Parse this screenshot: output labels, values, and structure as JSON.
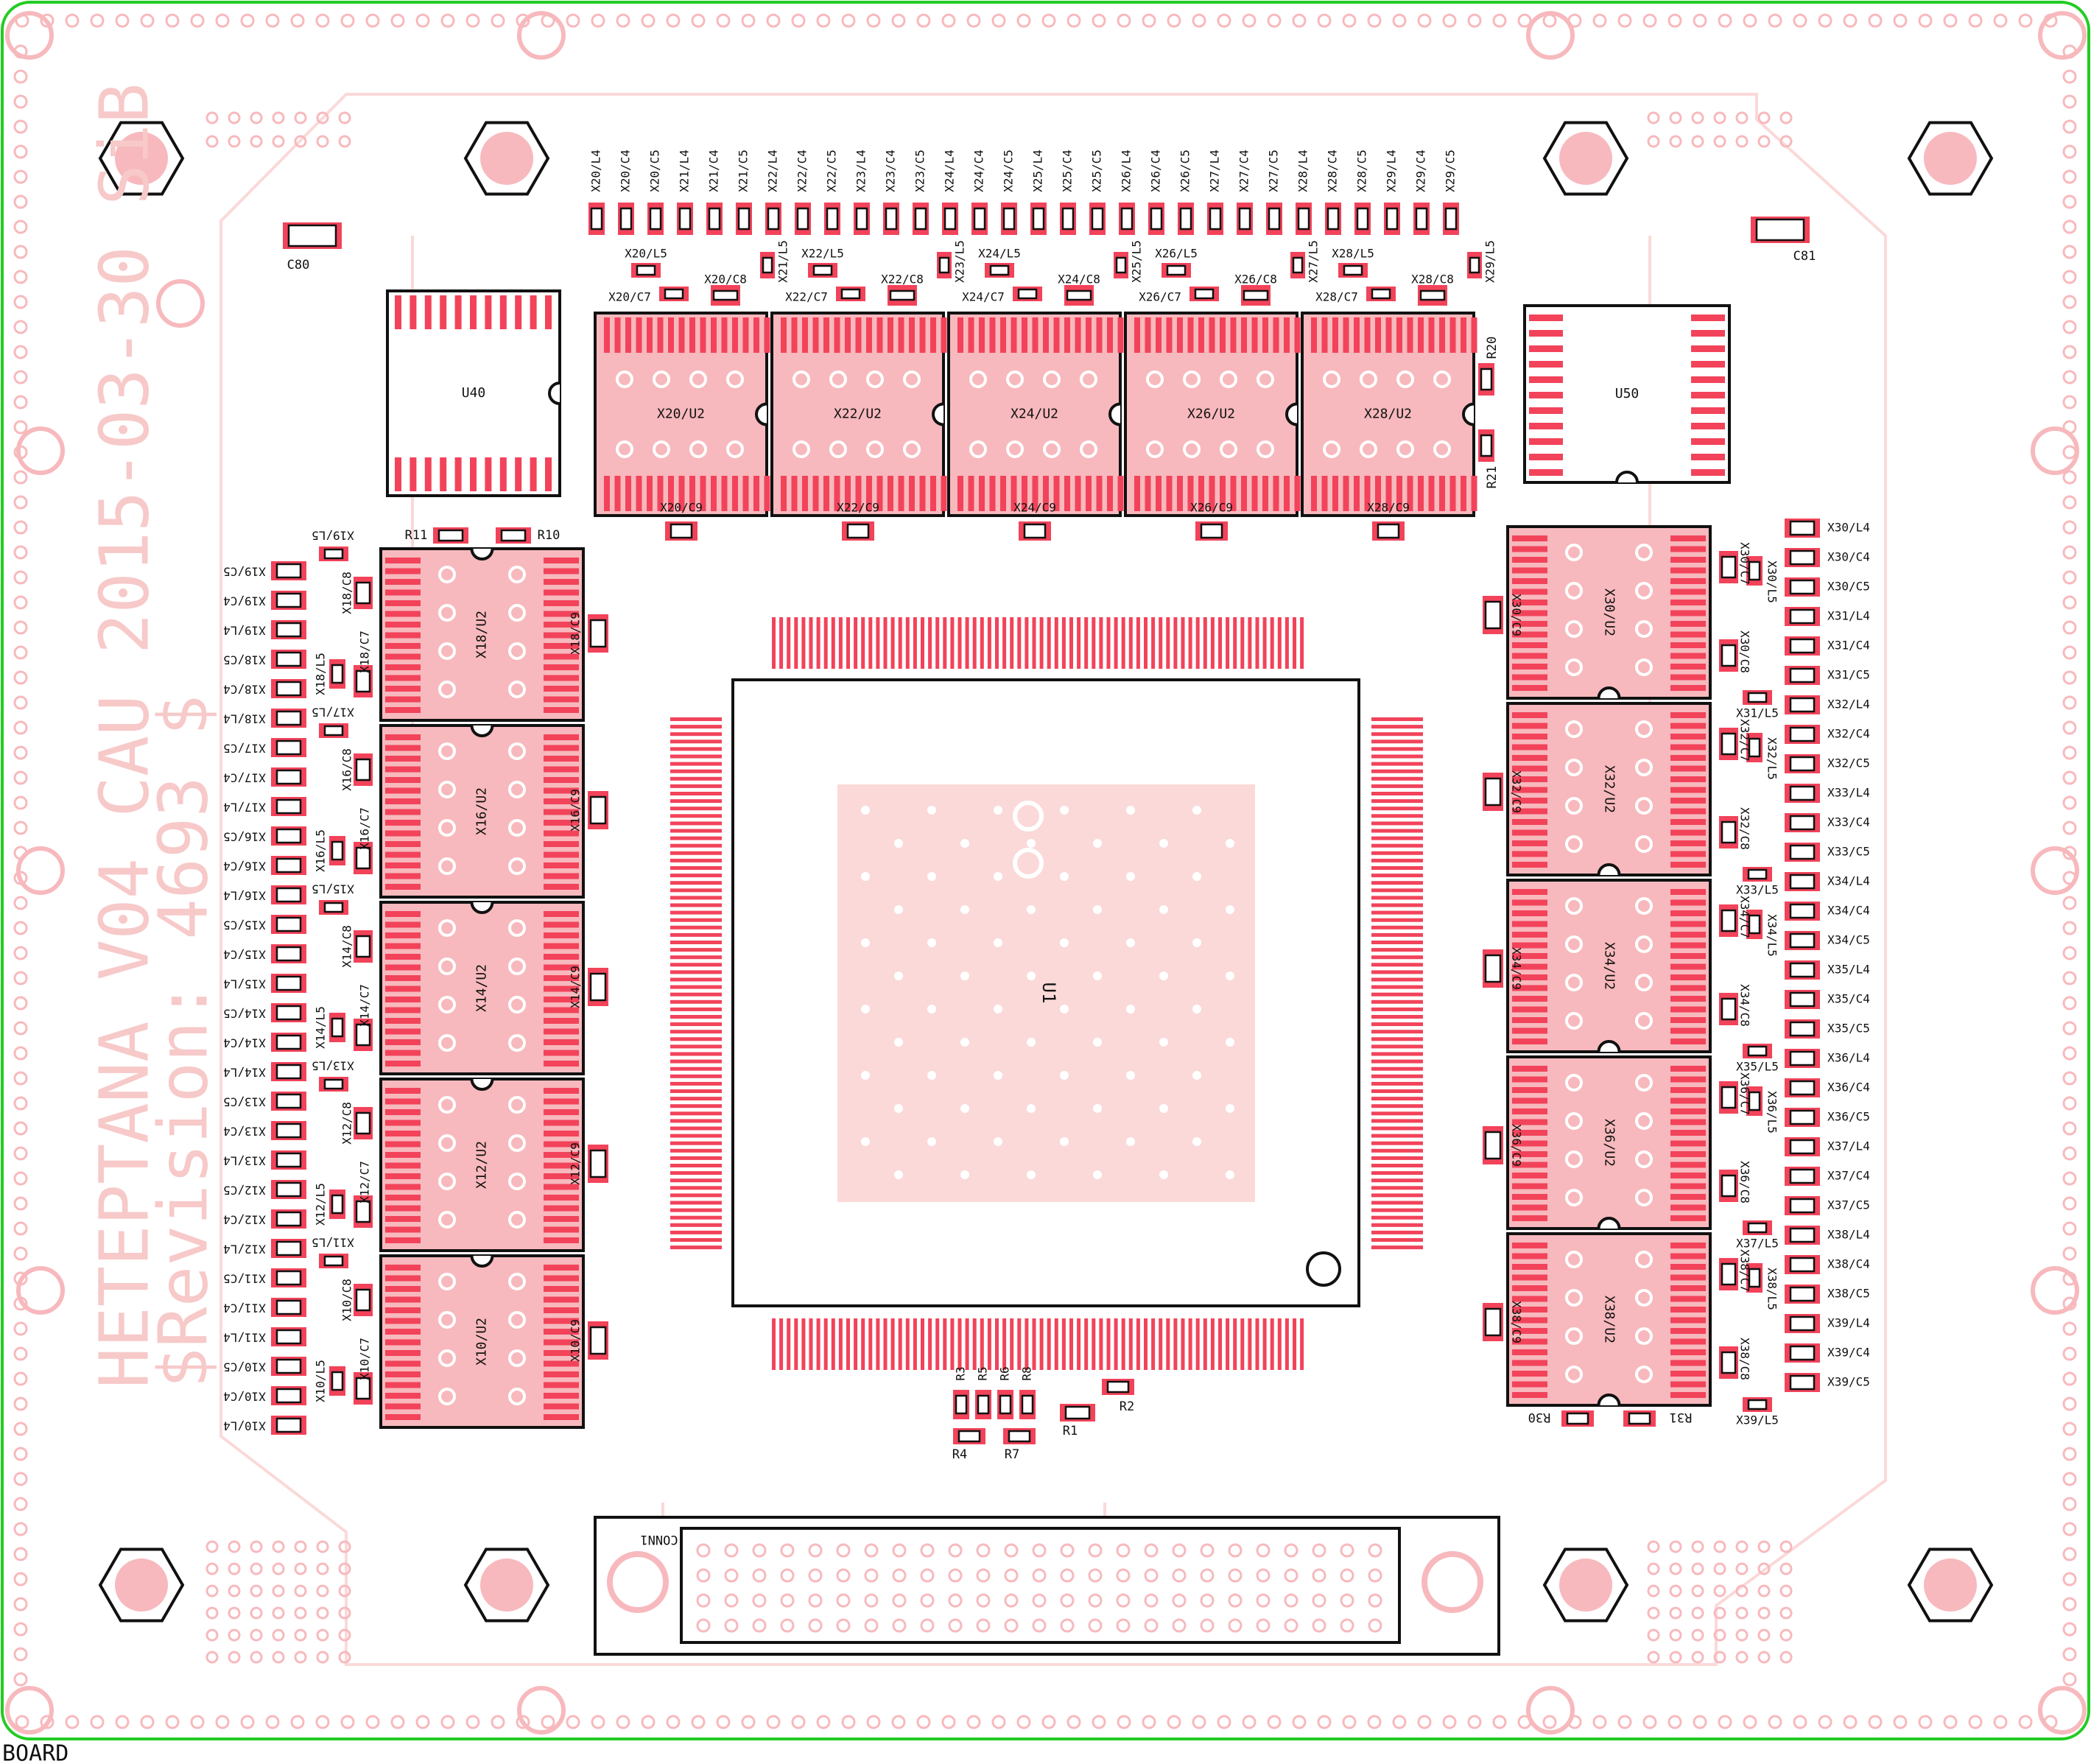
{
  "board": {
    "layer_label": "BOARD",
    "silkscreen_lines": [
      "HETEPTANA V04  CAU 2015-03-30  SiB",
      "$Revision: 4693 $"
    ],
    "colors": {
      "outline": "#22cc22",
      "pad": "#f2435a",
      "pad_light": "#f7b9bd",
      "silk": "#fbd9d9",
      "ink": "#111111"
    }
  },
  "top_components": {
    "caps_top_row": [
      "X20/L4",
      "X20/C4",
      "X20/C5",
      "X21/L4",
      "X21/C4",
      "X21/C5",
      "X22/L4",
      "X22/C4",
      "X22/C5",
      "X23/L4",
      "X23/C4",
      "X23/C5",
      "X24/L4",
      "X24/C4",
      "X24/C5",
      "X25/L4",
      "X25/C4",
      "X25/C5",
      "X26/L4",
      "X26/C4",
      "X26/C5",
      "X27/L4",
      "X27/C4",
      "X27/C5",
      "X28/L4",
      "X28/C4",
      "X28/C5",
      "X29/L4",
      "X29/C4",
      "X29/C5"
    ],
    "l5_row": [
      "X20/L5",
      "X22/L5",
      "X24/L5",
      "X26/L5",
      "X28/L5"
    ],
    "l5_vertical": [
      "X21/L5",
      "X23/L5",
      "X25/L5",
      "X27/L5",
      "X29/L5"
    ],
    "c7_c8_row": [
      "X20/C7",
      "X20/C8",
      "X22/C7",
      "X22/C8",
      "X24/C7",
      "X24/C8",
      "X26/C7",
      "X26/C8",
      "X28/C7",
      "X28/C8"
    ],
    "u2_modules": [
      "X20/U2",
      "X22/U2",
      "X24/U2",
      "X26/U2",
      "X28/U2"
    ],
    "c9_row": [
      "X20/C9",
      "X22/C9",
      "X24/C9",
      "X26/C9",
      "X28/C9"
    ],
    "misc": {
      "u40": "U40",
      "u50": "U50",
      "c80": "C80",
      "c81": "C81",
      "r20": "R20",
      "r21": "R21",
      "r10": "R10",
      "r11": "R11"
    }
  },
  "left_components": {
    "caps_column": [
      "X19/C5",
      "X19/C4",
      "X19/L4",
      "X18/C5",
      "X18/C4",
      "X18/L4",
      "X17/C5",
      "X17/C4",
      "X17/L4",
      "X16/C5",
      "X16/C4",
      "X16/L4",
      "X15/C5",
      "X15/C4",
      "X15/L4",
      "X14/C5",
      "X14/C4",
      "X14/L4",
      "X13/C5",
      "X13/C4",
      "X13/L4",
      "X12/C5",
      "X12/C4",
      "X12/L4",
      "X11/C5",
      "X11/C4",
      "X11/L4",
      "X10/C5",
      "X10/C4",
      "X10/L4"
    ],
    "l5_labels": [
      "X19/L5",
      "X17/L5",
      "X15/L5",
      "X13/L5",
      "X11/L5"
    ],
    "u2_modules": [
      "X18/U2",
      "X16/U2",
      "X14/U2",
      "X12/U2",
      "X10/U2"
    ],
    "module_l5": [
      "X18/L5",
      "X16/L5",
      "X14/L5",
      "X12/L5",
      "X10/L5"
    ],
    "module_c7": [
      "X18/C7",
      "X16/C7",
      "X14/C7",
      "X12/C7",
      "X10/C7"
    ],
    "module_c8": [
      "X18/C8",
      "X16/C8",
      "X14/C8",
      "X12/C8",
      "X10/C8"
    ],
    "module_c9": [
      "X18/C9",
      "X16/C9",
      "X14/C9",
      "X12/C9",
      "X10/C9"
    ]
  },
  "right_components": {
    "caps_column": [
      "X30/L4",
      "X30/C4",
      "X30/C5",
      "X31/L4",
      "X31/C4",
      "X31/C5",
      "X32/L4",
      "X32/C4",
      "X32/C5",
      "X33/L4",
      "X33/C4",
      "X33/C5",
      "X34/L4",
      "X34/C4",
      "X34/C5",
      "X35/L4",
      "X35/C4",
      "X35/C5",
      "X36/L4",
      "X36/C4",
      "X36/C5",
      "X37/L4",
      "X37/C4",
      "X37/C5",
      "X38/L4",
      "X38/C4",
      "X38/C5",
      "X39/L4",
      "X39/C4",
      "X39/C5"
    ],
    "l5_labels": [
      "X31/L5",
      "X33/L5",
      "X35/L5",
      "X37/L5",
      "X39/L5"
    ],
    "u2_modules": [
      "X30/U2",
      "X32/U2",
      "X34/U2",
      "X36/U2",
      "X38/U2"
    ],
    "module_l5": [
      "X30/L5",
      "X32/L5",
      "X34/L5",
      "X36/L5",
      "X38/L5"
    ],
    "module_c7": [
      "X30/C7",
      "X32/C7",
      "X34/C7",
      "X36/C7",
      "X38/C7"
    ],
    "module_c8": [
      "X30/C8",
      "X32/C8",
      "X34/C8",
      "X36/C8",
      "X38/C8"
    ],
    "module_c9": [
      "X30/C9",
      "X32/C9",
      "X34/C9",
      "X36/C9",
      "X38/C9"
    ],
    "r30": "R30",
    "r31": "R31"
  },
  "bottom_components": {
    "resistors_vertical": [
      "R3",
      "R5",
      "R6",
      "R8"
    ],
    "r4": "R4",
    "r7": "R7",
    "r1": "R1",
    "r2": "R2",
    "connector": "CONN1"
  },
  "main_chip": {
    "label": "U1"
  }
}
